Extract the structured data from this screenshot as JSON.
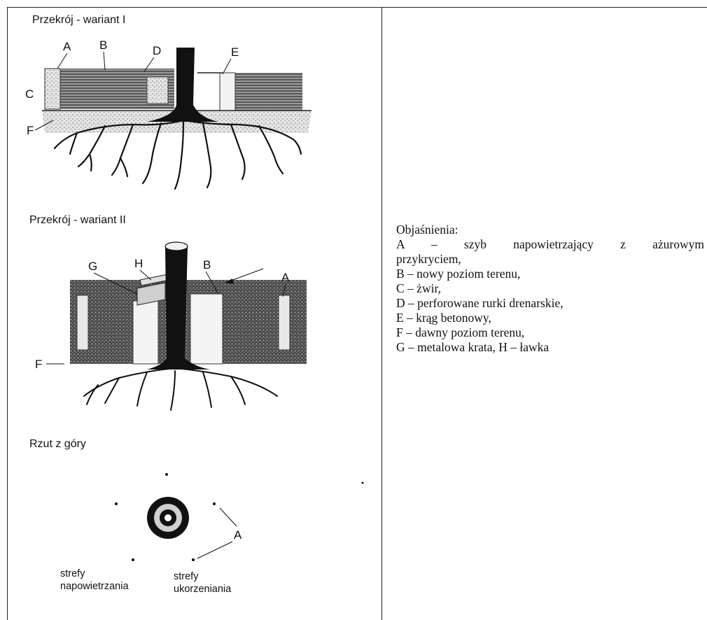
{
  "section_1": {
    "title": "Przekrój - wariant I",
    "labels": [
      "A",
      "B",
      "D",
      "E",
      "C",
      "F"
    ]
  },
  "section_2": {
    "title": "Przekrój - wariant II",
    "labels": [
      "G",
      "H",
      "B",
      "A",
      "F"
    ]
  },
  "section_3": {
    "title": "Rzut z góry",
    "label_a": "A",
    "zone_aeration": [
      "strefy",
      "napowietrzania"
    ],
    "zone_rooting": [
      "strefy",
      "ukorzeniania"
    ]
  },
  "legend": {
    "title": "Objaśnienia:",
    "items": [
      "A – szyb napowietrzający z ażurowym",
      "przykryciem,",
      "B – nowy poziom terenu,",
      "C – żwir,",
      "D – perforowane rurki drenarskie,",
      "E – krąg betonowy,",
      "F – dawny poziom terenu,",
      "G – metalowa krata, H – ławka"
    ]
  },
  "colors": {
    "ink": "#111111",
    "soil": "#555555",
    "light": "#d9d9d9"
  }
}
